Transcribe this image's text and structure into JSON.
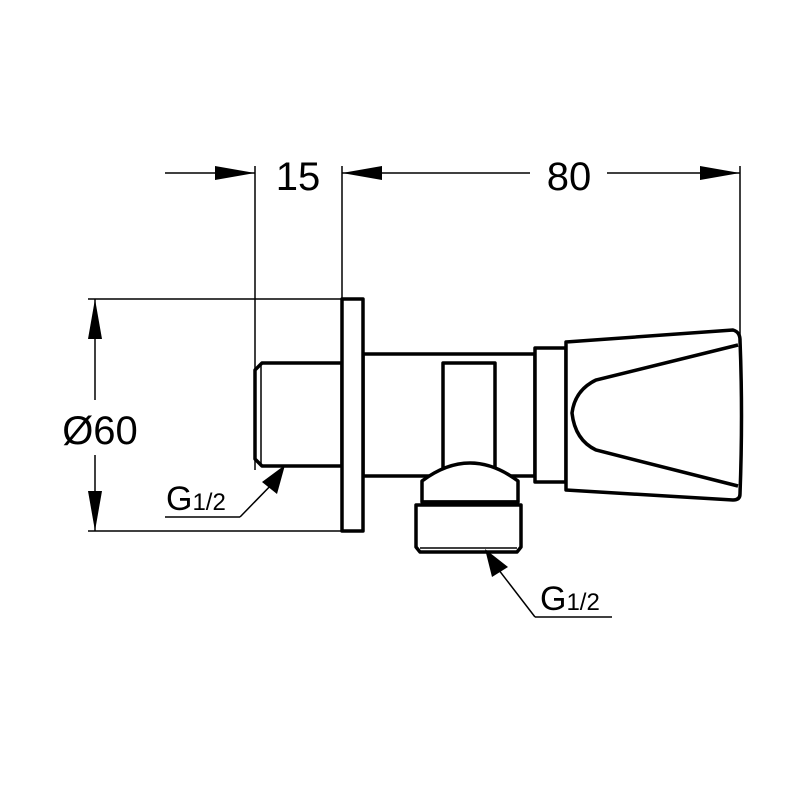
{
  "drawing": {
    "dim_wall_depth": "15",
    "dim_length": "80",
    "dim_diameter": "Ø60",
    "thread_inlet": {
      "main": "G",
      "sub": "1/2"
    },
    "thread_outlet": {
      "main": "G",
      "sub": "1/2"
    },
    "line_color": "#000000"
  }
}
